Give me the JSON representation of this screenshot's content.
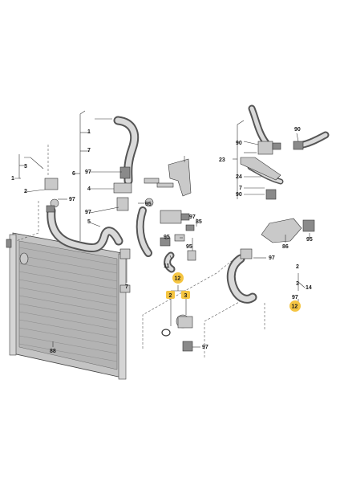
{
  "diagram": {
    "accent_color": "#f5c542",
    "labels": {
      "l_1a": "1",
      "l_7a": "7",
      "l_6": "6",
      "l_97a": "97",
      "l_4": "4",
      "l_97b": "97",
      "l_5": "5",
      "l_3a": "3",
      "l_1b": "1",
      "l_2a": "2",
      "l_97c": "97",
      "l_95a": "95",
      "l_97d": "97",
      "l_85": "85",
      "l_95b": "95",
      "l_95c": "95",
      "l_11": "11",
      "l_7b": "7",
      "l_88": "88",
      "l_97e": "97",
      "l_90a": "90",
      "l_90b": "90",
      "l_23": "23",
      "l_24": "24",
      "l_7c": "7",
      "l_90c": "90",
      "l_86": "86",
      "l_95d": "95",
      "l_97f": "97",
      "l_2b": "2",
      "l_3b": "3",
      "l_14": "14",
      "l_97g": "97",
      "l_12a": "12",
      "l_2c": "2",
      "l_3c": "3",
      "l_12b": "12"
    }
  }
}
